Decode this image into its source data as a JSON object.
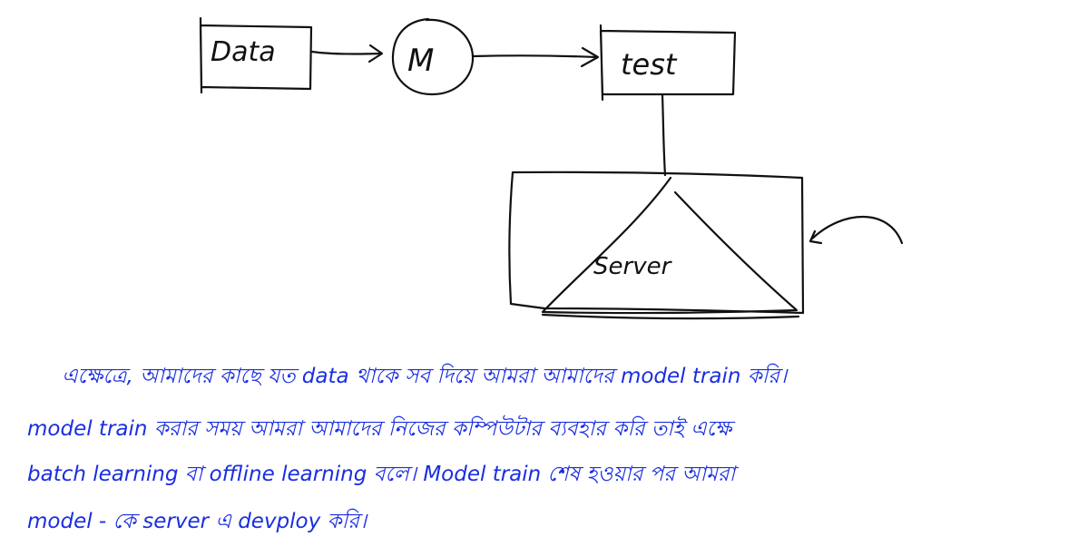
{
  "diagram": {
    "nodes": {
      "data": "Data",
      "model": "M",
      "test": "test",
      "server": "Server"
    },
    "ink_color": "#111111"
  },
  "note": {
    "color": "#1a2ee0",
    "lines": [
      "এক্ষেত্রে, আমাদের কাছে যত data থাকে সব দিয়ে আমরা আমাদের model train করি।",
      "model train করার সময় আমরা আমাদের নিজের কম্পিউটার ব্যবহার করি তাই এক্ষে",
      "batch learning বা offline learning বলে। Model train শেষ হওয়ার পর আমরা",
      "model - কে server এ devploy করি।"
    ]
  }
}
